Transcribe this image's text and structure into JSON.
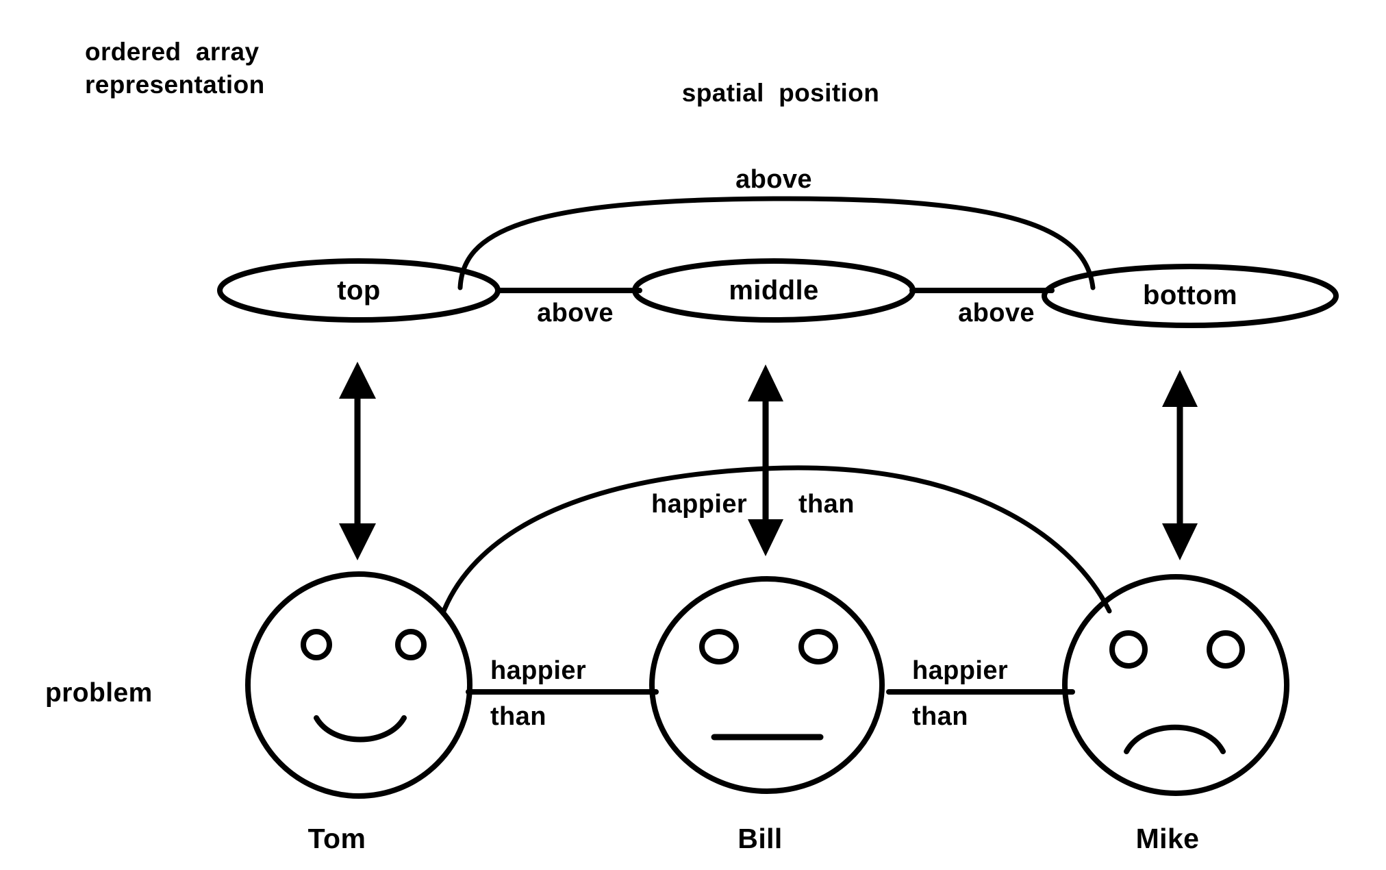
{
  "figure": {
    "title_left": "ordered  array\nrepresentation",
    "title_left_line1": "ordered  array",
    "title_left_line2": "representation",
    "title_center": "spatial  position",
    "row_label_bottom": "problem",
    "ink_color": "#000000",
    "background_color": "#ffffff"
  },
  "spatial_layer": {
    "nodes": [
      {
        "id": "top",
        "label": "top"
      },
      {
        "id": "middle",
        "label": "middle"
      },
      {
        "id": "bottom",
        "label": "bottom"
      }
    ],
    "edges": [
      {
        "from": "top",
        "to": "middle",
        "label": "above",
        "style": "straight"
      },
      {
        "from": "middle",
        "to": "bottom",
        "label": "above",
        "style": "straight"
      },
      {
        "from": "top",
        "to": "bottom",
        "label": "above",
        "style": "arc"
      }
    ]
  },
  "problem_layer": {
    "nodes": [
      {
        "id": "tom",
        "name": "Tom",
        "expression": "happy-face"
      },
      {
        "id": "bill",
        "name": "Bill",
        "expression": "neutral-face"
      },
      {
        "id": "mike",
        "name": "Mike",
        "expression": "sad-face"
      }
    ],
    "edges": [
      {
        "from": "tom",
        "to": "bill",
        "label_top": "happier",
        "label_bottom": "than",
        "style": "straight"
      },
      {
        "from": "bill",
        "to": "mike",
        "label_top": "happier",
        "label_bottom": "than",
        "style": "straight"
      },
      {
        "from": "tom",
        "to": "mike",
        "label_left": "happier",
        "label_right": "than",
        "style": "arc"
      }
    ]
  },
  "mappings": [
    {
      "from": "top",
      "to": "tom",
      "type": "double-arrow"
    },
    {
      "from": "middle",
      "to": "bill",
      "type": "double-arrow"
    },
    {
      "from": "bottom",
      "to": "mike",
      "type": "double-arrow"
    }
  ]
}
